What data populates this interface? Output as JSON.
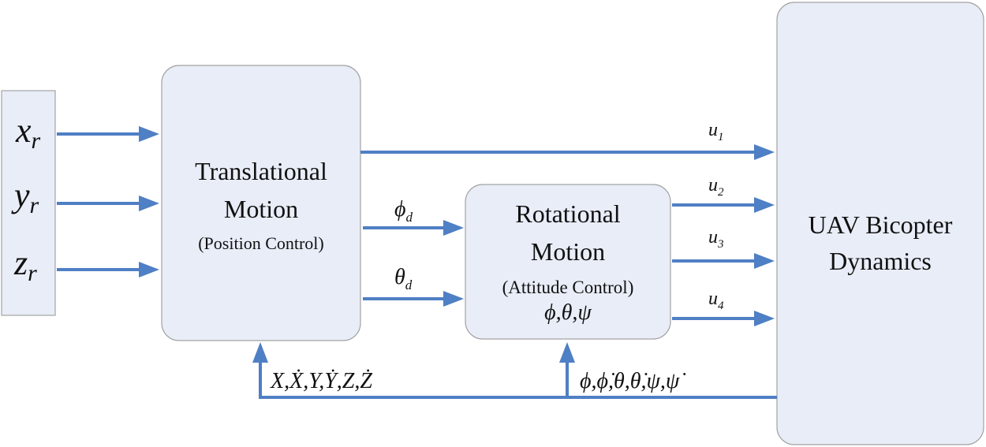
{
  "inputs": [
    {
      "main": "x",
      "sub": "r"
    },
    {
      "main": "y",
      "sub": "r"
    },
    {
      "main": "z",
      "sub": "r"
    }
  ],
  "translational": {
    "line1": "Translational",
    "line2": "Motion",
    "line3": "(Position Control)"
  },
  "rotational": {
    "line1": "Rotational",
    "line2": "Motion",
    "line3": "(Attitude Control)",
    "states": "ϕ,θ,ψ"
  },
  "plant": {
    "line1": "UAV Bicopter",
    "line2": "Dynamics"
  },
  "signals": {
    "phi_d": {
      "main": "ϕ",
      "sub": "d"
    },
    "theta_d": {
      "main": "θ",
      "sub": "d"
    },
    "u1": {
      "main": "u",
      "sub": "1"
    },
    "u2": {
      "main": "u",
      "sub": "2"
    },
    "u3": {
      "main": "u",
      "sub": "3"
    },
    "u4": {
      "main": "u",
      "sub": "4"
    }
  },
  "feedback": {
    "position": "X,Ẋ,Y,Ẏ,Z,Ż",
    "attitude": "ϕ,ϕ̇,θ,θ̇,ψ,ψ̇"
  }
}
